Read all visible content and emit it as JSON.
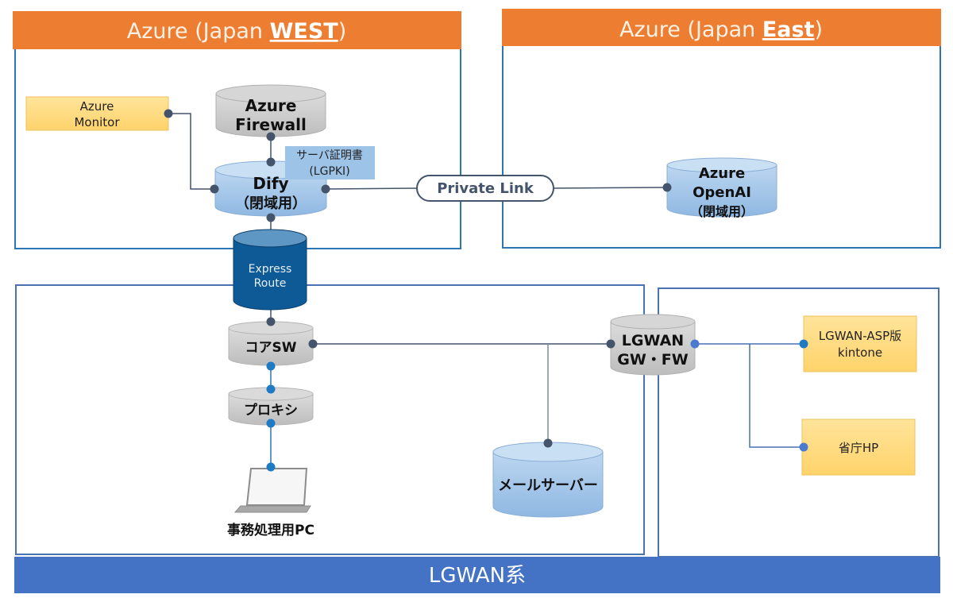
{
  "regions": {
    "azure_west": {
      "title_prefix": "Azure (Japan ",
      "title_emphasis": "WEST",
      "title_suffix": ")"
    },
    "azure_east": {
      "title_prefix": "Azure (Japan ",
      "title_emphasis": "East",
      "title_suffix": ")"
    },
    "lgwan_band": {
      "label": "LGWAN系"
    }
  },
  "nodes": {
    "azure_monitor": {
      "line1": "Azure",
      "line2": "Monitor"
    },
    "azure_firewall": {
      "line1": "Azure",
      "line2": "Firewall"
    },
    "server_cert": {
      "line1": "サーバ証明書",
      "line2": "(LGPKI)"
    },
    "dify": {
      "line1": "Dify",
      "line2": "（閉域用）"
    },
    "private_link": {
      "label": "Private Link"
    },
    "azure_openai": {
      "line1": "Azure",
      "line2": "OpenAI",
      "line3": "（閉域用）"
    },
    "express_route": {
      "line1": "Express",
      "line2": "Route"
    },
    "core_sw": {
      "label": "コアSW"
    },
    "proxy": {
      "label": "プロキシ"
    },
    "office_pc": {
      "label": "事務処理用PC"
    },
    "mail_server": {
      "label": "メールサーバー"
    },
    "lgwan_gw_fw": {
      "line1": "LGWAN",
      "line2": "GW・FW"
    },
    "kintone": {
      "line1": "LGWAN-ASP版",
      "line2": "kintone"
    },
    "ministry_hp": {
      "label": "省庁HP"
    }
  },
  "colors": {
    "region_header": "#ed7d31",
    "region_border": "#2e75b6",
    "band": "#4472c4",
    "connector_dark": "#44546a",
    "connector_blue": "#2e75b6",
    "cyl_gray": "#c9c9c9",
    "cyl_lightblue": "#9dc3e6",
    "cyl_darkblue": "#1f5c99",
    "box_yellow": "#ffd966"
  }
}
